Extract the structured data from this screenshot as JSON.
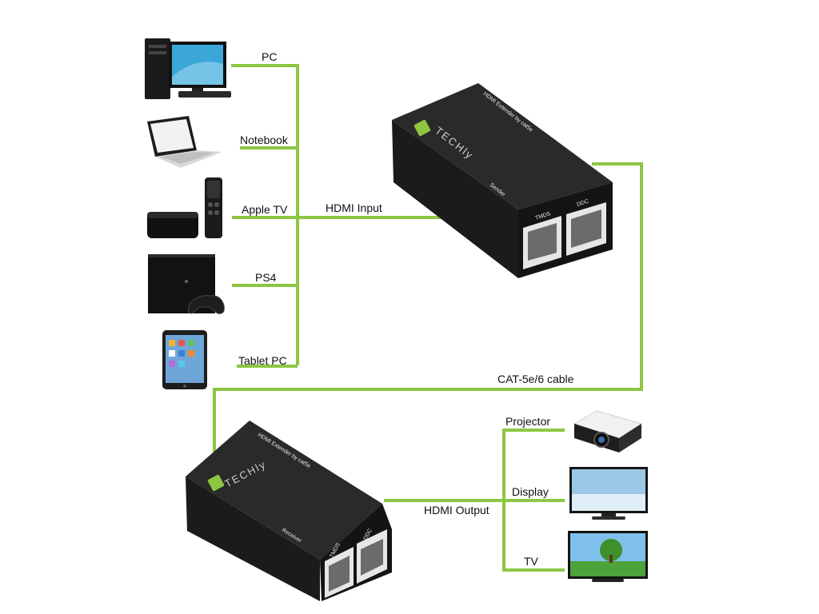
{
  "colors": {
    "wire": "#8dc641",
    "device_body": "#1c1c1c",
    "brand_green": "#8dc641"
  },
  "sources": [
    {
      "label": "PC",
      "icon": "desktop-pc-icon"
    },
    {
      "label": "Notebook",
      "icon": "notebook-icon"
    },
    {
      "label": "Apple TV",
      "icon": "apple-tv-icon"
    },
    {
      "label": "PS4",
      "icon": "ps4-console-icon"
    },
    {
      "label": "Tablet PC",
      "icon": "tablet-icon"
    }
  ],
  "links": {
    "hdmi_input": "HDMI Input",
    "cable": "CAT-5e/6 cable",
    "hdmi_output": "HDMI Output"
  },
  "sender": {
    "title": "HDMI Extender by cat5e",
    "role": "Sender",
    "brand": "TECHly",
    "port_tmds": "TMDS",
    "port_ddc": "DDC"
  },
  "receiver": {
    "title": "HDMI Extender by cat5e",
    "role": "Receiver",
    "brand": "TECHly",
    "port_tmds": "TMDS",
    "port_ddc": "DDC"
  },
  "outputs": [
    {
      "label": "Projector",
      "icon": "projector-icon"
    },
    {
      "label": "Display",
      "icon": "display-monitor-icon"
    },
    {
      "label": "TV",
      "icon": "tv-icon"
    }
  ]
}
